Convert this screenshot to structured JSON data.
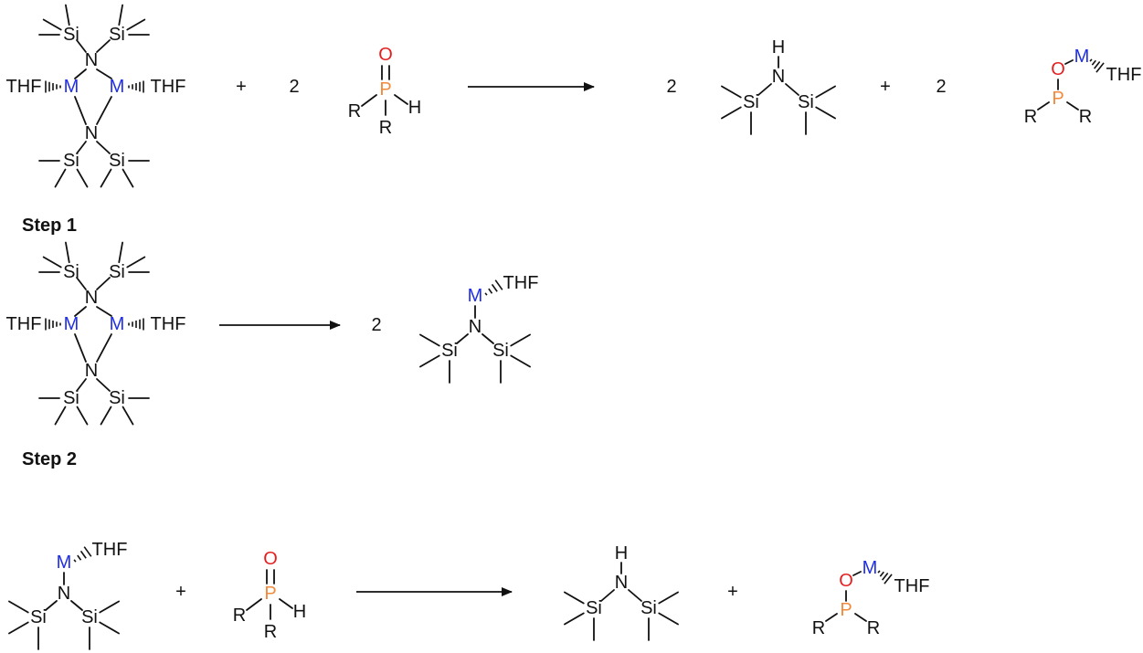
{
  "colors": {
    "bond": "#111111",
    "metal": "#1f2ee6",
    "oxygen": "#e41f1f",
    "phosphorus": "#f28a3c"
  },
  "labels": {
    "Si": "Si",
    "N": "N",
    "M": "M",
    "THF": "THF",
    "H": "H",
    "O": "O",
    "P": "P",
    "R": "R"
  },
  "operators": {
    "plus": "+"
  },
  "coefficients": {
    "two": "2"
  },
  "steps": {
    "step1": "Step 1",
    "step2": "Step 2"
  }
}
